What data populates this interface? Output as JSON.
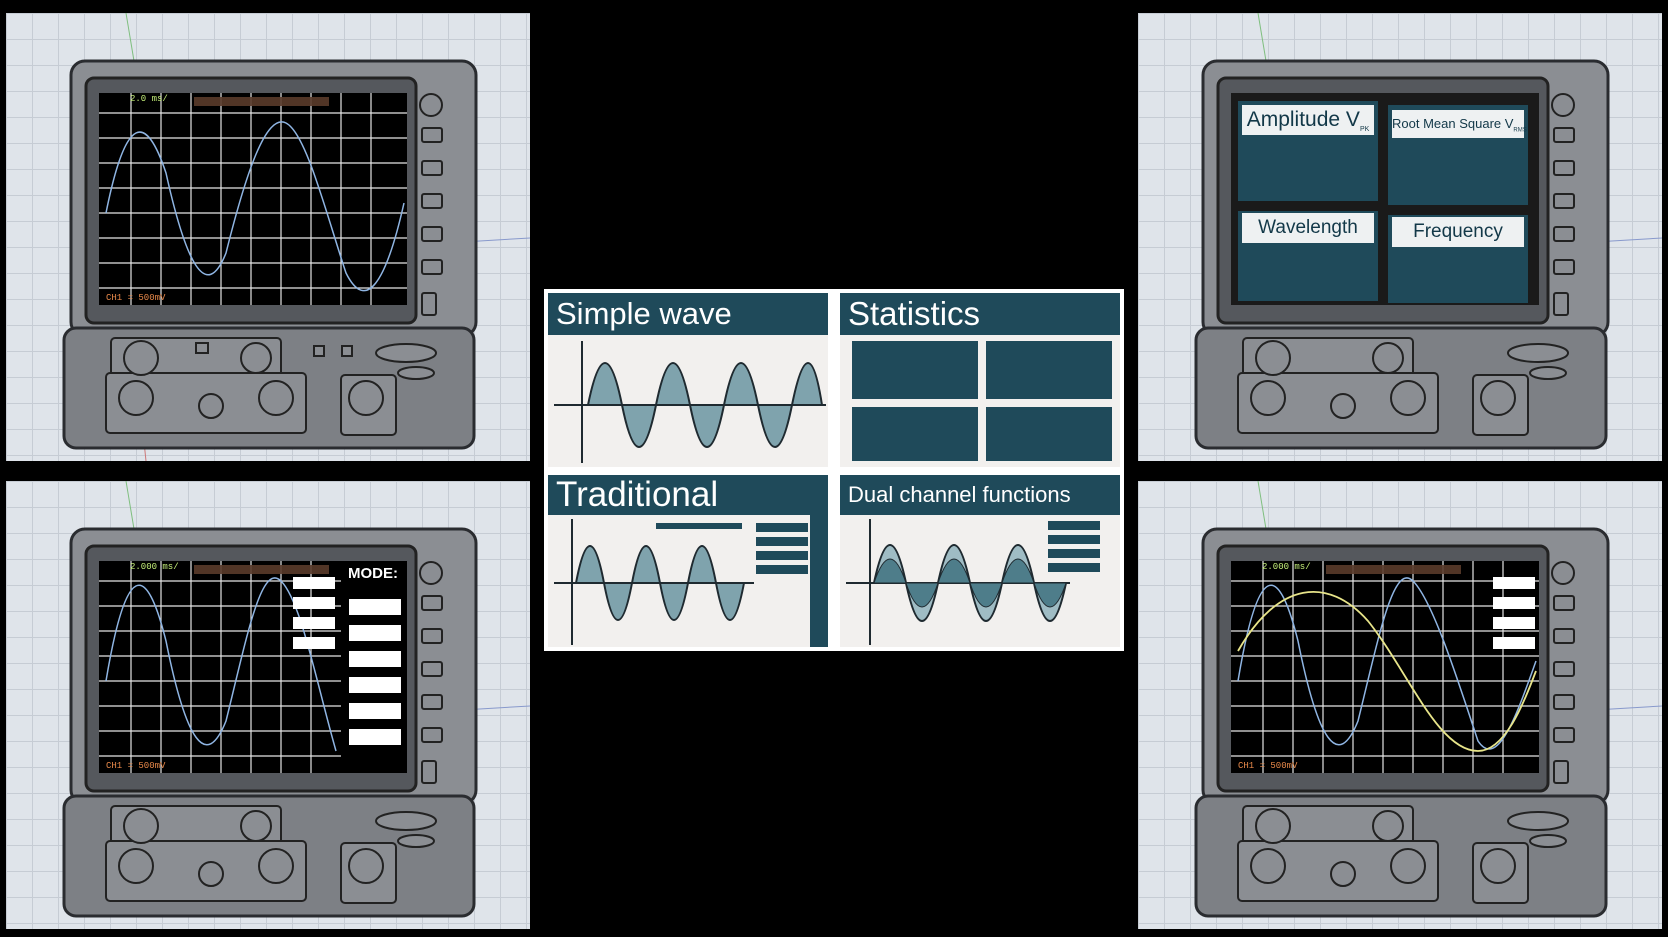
{
  "menu": {
    "simple_wave": "Simple wave",
    "statistics": "Statistics",
    "traditional": "Traditional",
    "dual_channel": "Dual channel functions"
  },
  "stats_screen": {
    "amplitude": "Amplitude V",
    "amplitude_sub": "PK",
    "rms": "Root Mean Square V",
    "rms_sub": "RMS",
    "wavelength": "Wavelength",
    "frequency": "Frequency"
  },
  "readouts": {
    "scope1_time": "2.0 ms/",
    "scope1_ch": "CH1 = 500mV",
    "scope3_time": "2.000 ms/",
    "scope3_ch": "CH1 = 500mV",
    "scope3_mode": "MODE:",
    "scope4_time": "2.000 ms/",
    "scope4_ch": "CH1 = 500mV"
  },
  "colors": {
    "teal": "#1f4a5a",
    "wave_fill": "#7fa3ad",
    "trace_blue": "#8fb5e3",
    "trace_yellow": "#e8e58a",
    "readout_green": "#c6f07a",
    "readout_orange": "#e8894a"
  }
}
